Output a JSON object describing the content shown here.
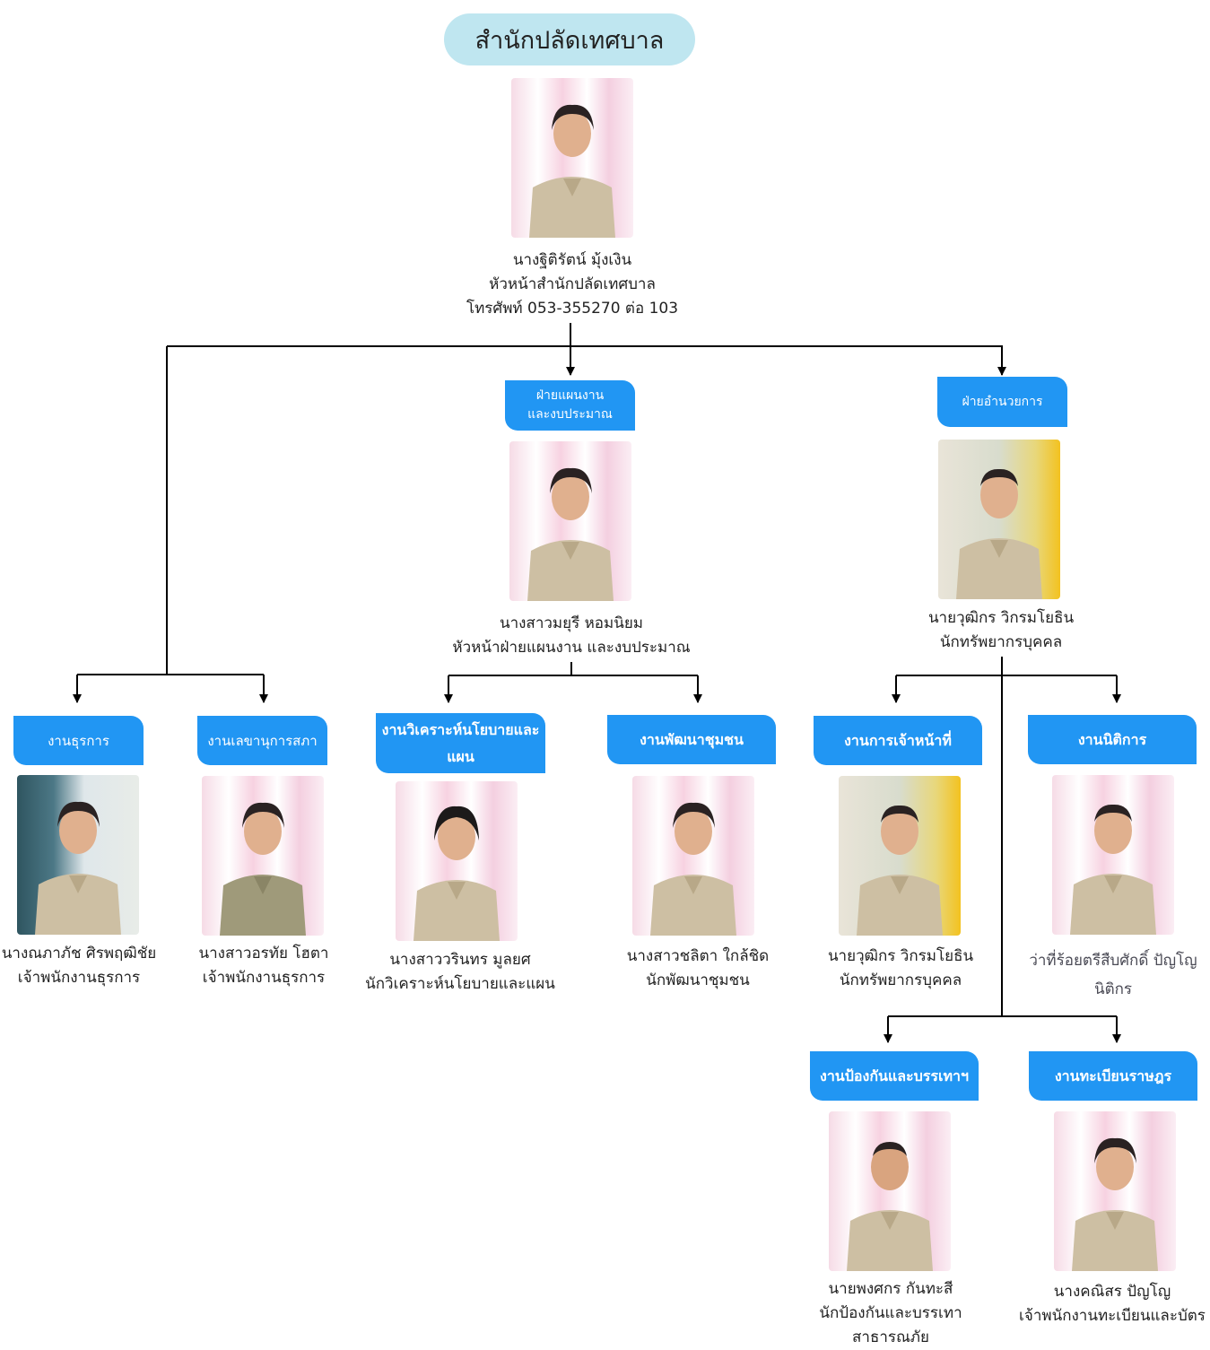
{
  "title": "สำนักปลัดเทศบาล",
  "head": {
    "name": "นางฐิติรัตน์  มุ้งเงิน",
    "position": "หัวหน้าสำนักปลัดเทศบาล",
    "phone": "โทรศัพท์ 053-355270 ต่อ 103"
  },
  "divisions": {
    "planning": {
      "label_line1": "ฝ่ายแผนงาน",
      "label_line2": "และงบประมาณ",
      "name": "นางสาวมยุรี  หอมนิยม",
      "position": "หัวหน้าฝ่ายแผนงาน และงบประมาณ"
    },
    "admin": {
      "label": "ฝ่ายอำนวยการ",
      "name": "นายวุฒิกร  วิกรมโยธิน",
      "position": "นักทรัพยากรบุคคล"
    }
  },
  "units": {
    "general": {
      "label": "งานธุรการ",
      "name": "นางณภาภัช ศิรพฤฒิชัย",
      "position": "เจ้าพนักงานธุรการ"
    },
    "council": {
      "label": "งานเลขานุการสภา",
      "name": "นางสาวอรทัย  โฮตา",
      "position": "เจ้าพนักงานธุรการ"
    },
    "policy": {
      "label_line1": "งานวิเคราะห์นโยบายและ",
      "label_line2": "แผน",
      "name": "นางสาววรินทร  มูลยศ",
      "position": "นักวิเคราะห์นโยบายและแผน"
    },
    "community": {
      "label": "งานพัฒนาชุมชน",
      "name": "นางสาวชลิตา  ใกล้ชิด",
      "position": "นักพัฒนาชุมชน"
    },
    "personnel": {
      "label": "งานการเจ้าหน้าที่",
      "name": "นายวุฒิกร  วิกรมโยธิน",
      "position": "นักทรัพยากรบุคคล"
    },
    "legal": {
      "label": "งานนิติการ",
      "name": "ว่าที่ร้อยตรีสืบศักดิ์ ปัญโญ",
      "position": "นิติกร"
    },
    "disaster": {
      "label": "งานป้องกันและบรรเทาฯ",
      "name": "นายพงศกร กันทะสี",
      "position_line1": "นักป้องกันและบรรเทา",
      "position_line2": "สาธารณภัย"
    },
    "registration": {
      "label": "งานทะเบียนราษฎร",
      "name": "นางคณิสร ปัญโญ",
      "position": "เจ้าพนักงานทะเบียนและบัตร"
    }
  },
  "colors": {
    "tab": "#2196f3",
    "title_pill": "#bfe6f0",
    "line": "#000000"
  }
}
